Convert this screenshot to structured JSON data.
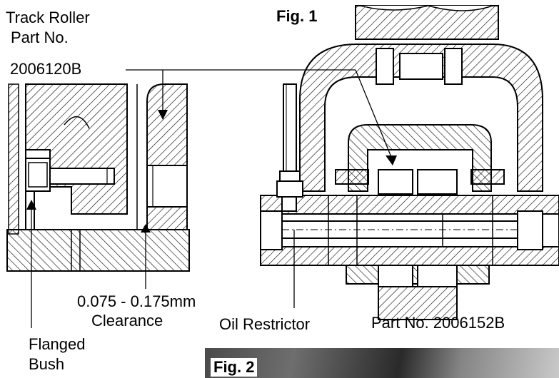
{
  "fig1": {
    "title": "Fig. 1",
    "track_roller": [
      "Track Roller",
      "Part No.",
      "2006120B"
    ],
    "clearance": [
      "0.075 - 0.175mm",
      "Clearance"
    ],
    "oil_restrictor": "Oil Restrictor",
    "part_no_bottom": "Part No. 2006152B",
    "flanged_bush": [
      "Flanged",
      "Bush"
    ]
  },
  "fig2": {
    "title": "Fig. 2"
  }
}
